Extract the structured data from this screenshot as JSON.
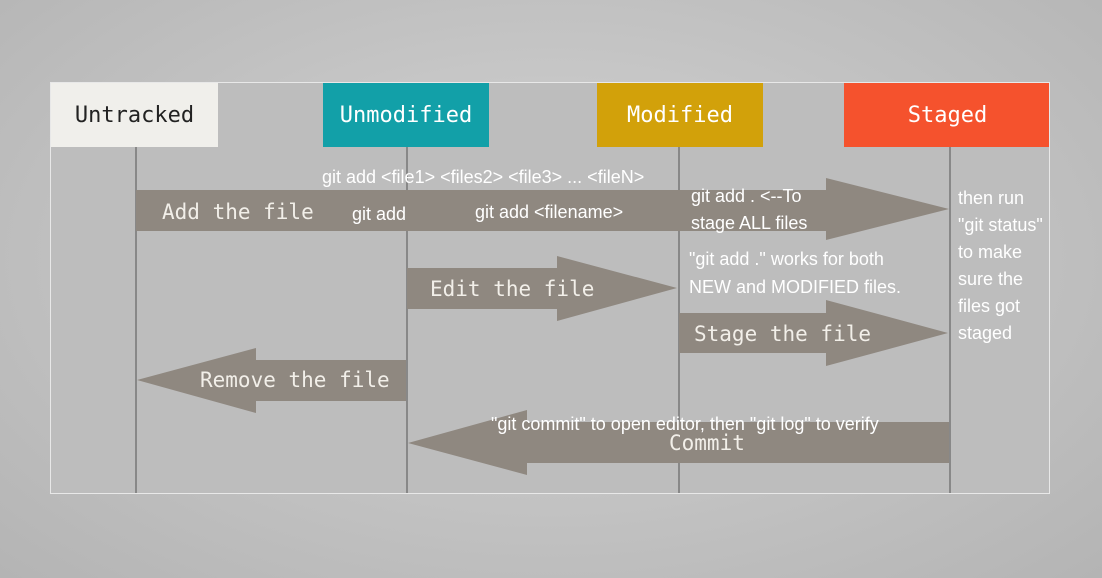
{
  "states": {
    "untracked": "Untracked",
    "unmodified": "Unmodified",
    "modified": "Modified",
    "staged": "Staged"
  },
  "arrows": {
    "add_file": "Add the file",
    "edit_file": "Edit the file",
    "stage_file": "Stage the file",
    "remove_file": "Remove the file",
    "commit": "Commit"
  },
  "notes": {
    "git_add_files": "git add <file1> <files2> <file3> ... <fileN>",
    "git_add": "git add",
    "git_add_filename": "git add <filename>",
    "git_add_dot_line1": "git add .    <--To",
    "git_add_dot_line2": "stage ALL files",
    "works_line1": "\"git add .\" works for both",
    "works_line2": "NEW and MODIFIED files.",
    "status_line1": "then run",
    "status_line2": "\"git status\"",
    "status_line3": "to make",
    "status_line4": "sure the",
    "status_line5": "files got",
    "status_line6": "staged",
    "commit_note": "\"git commit\" to open editor, then \"git log\" to verify"
  },
  "colors": {
    "untracked": "#f0efeb",
    "unmodified": "#12a0a8",
    "modified": "#d2a10a",
    "staged": "#f5522d",
    "arrow": "#8f8880"
  }
}
